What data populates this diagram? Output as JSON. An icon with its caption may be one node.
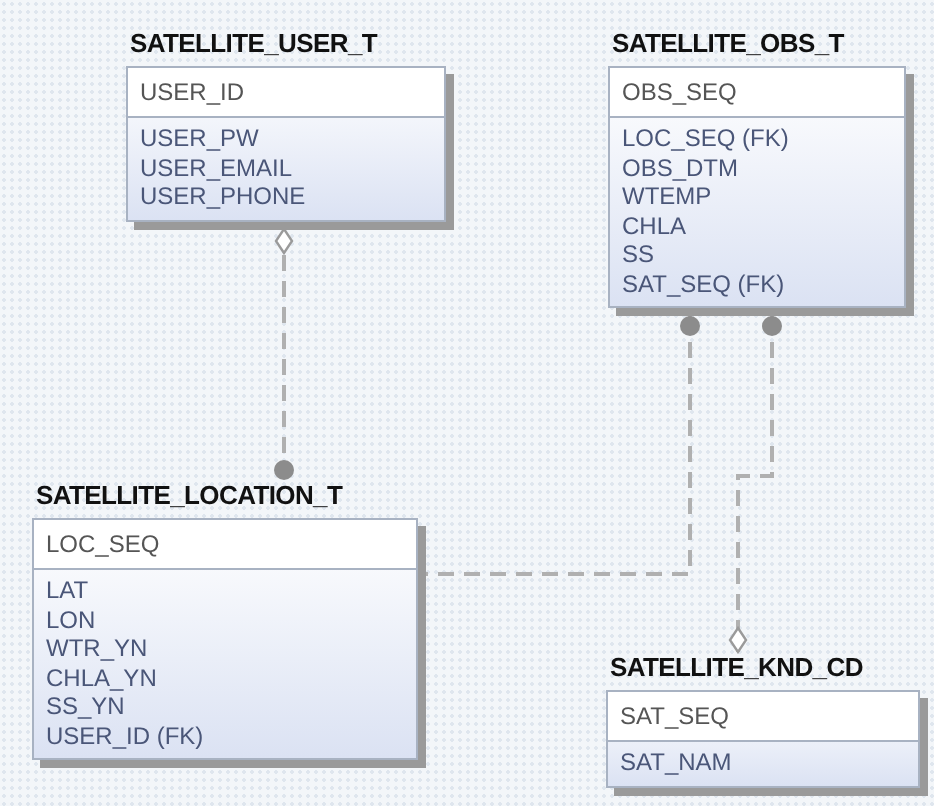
{
  "diagram": {
    "nodes": [
      {
        "text": [
          "SATELLITE_USER_T",
          "USER_ID",
          "USER_PW",
          "USER_EMAIL",
          "USER_PHONE"
        ]
      },
      {
        "text": [
          "SATELLITE_OBS_T",
          "OBS_SEQ",
          "LOC_SEQ (FK)",
          "OBS_DTM",
          "WTEMP",
          "CHLA",
          "SS",
          "SAT_SEQ (FK)"
        ]
      },
      {
        "text": [
          "SATELLITE_LOCATION_T",
          "LOC_SEQ",
          "LAT",
          "LON",
          "WTR_YN",
          "CHLA_YN",
          "SS_YN",
          "USER_ID (FK)"
        ]
      },
      {
        "text": [
          "SATELLITE_KND_CD",
          "SAT_SEQ",
          "SAT_NAM"
        ]
      }
    ],
    "edges": [
      {
        "from": 0,
        "to": 2,
        "arrow": "other",
        "style": "dashed"
      },
      {
        "from": 1,
        "to": 2,
        "arrow": "other",
        "style": "dashed"
      },
      {
        "from": 1,
        "to": 3,
        "arrow": "other",
        "style": "dashed"
      }
    ]
  }
}
